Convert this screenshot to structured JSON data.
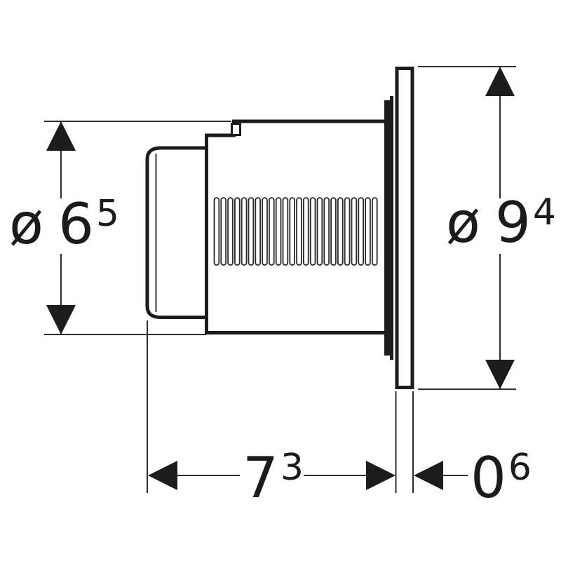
{
  "figure": {
    "type": "technical-dimension-drawing",
    "background": "#ffffff",
    "line_color": "#1c1c1c",
    "labels": {
      "diameter_left": {
        "prefix": "ø",
        "value": "6",
        "sup": "5"
      },
      "diameter_right": {
        "prefix": "ø",
        "value": "9",
        "sup": "4"
      },
      "width_bottom": {
        "value": "7",
        "sup": "3"
      },
      "thickness_right": {
        "value": "0",
        "sup": "6"
      }
    },
    "ribs": {
      "count": 24
    }
  }
}
